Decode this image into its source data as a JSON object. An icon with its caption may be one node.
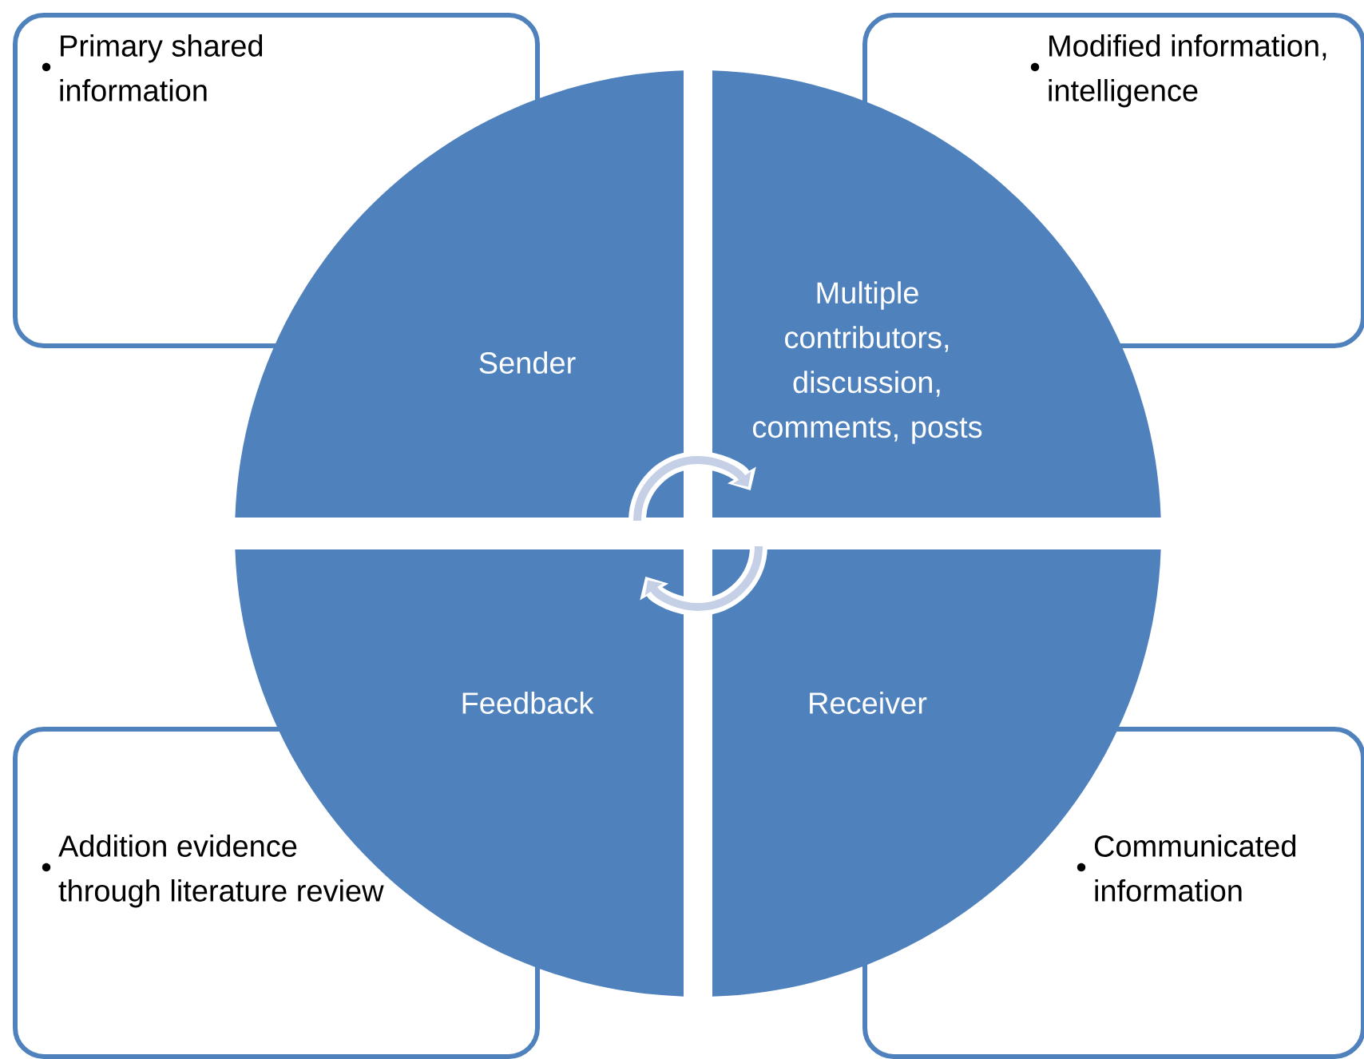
{
  "diagram": {
    "nodes": [
      {
        "text": [
          "Primary shared information"
        ]
      },
      {
        "text": [
          "Modified information, intelligence"
        ]
      },
      {
        "text": [
          "Sender"
        ]
      },
      {
        "text": [
          "Multiple contributors, discussion, comments, posts"
        ]
      },
      {
        "text": [
          "Feedback"
        ]
      },
      {
        "text": [
          "Receiver"
        ]
      },
      {
        "text": [
          "Addition evidence through literature review"
        ]
      },
      {
        "text": [
          "Communicated information"
        ]
      }
    ],
    "edges": [
      {
        "from": 2,
        "to": 3,
        "arrow": "to"
      },
      {
        "from": 5,
        "to": 4,
        "arrow": "to"
      }
    ]
  }
}
